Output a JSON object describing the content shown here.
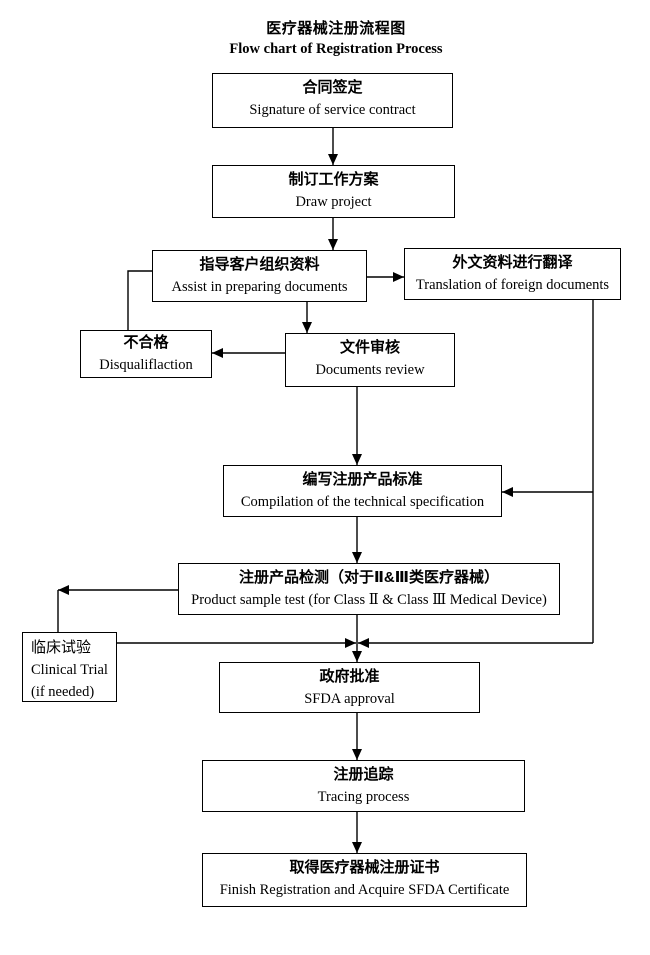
{
  "title": {
    "zh": "医疗器械注册流程图",
    "en": "Flow chart of Registration Process"
  },
  "nodes": {
    "contract": {
      "zh": "合同签定",
      "en": "Signature of service contract"
    },
    "plan": {
      "zh": "制订工作方案",
      "en": "Draw project"
    },
    "assist": {
      "zh": "指导客户组织资料",
      "en": "Assist in preparing documents"
    },
    "translation": {
      "zh": "外文资料进行翻译",
      "en": "Translation of foreign documents"
    },
    "disqualified": {
      "zh": "不合格",
      "en": "Disqualiflaction"
    },
    "review": {
      "zh": "文件审核",
      "en": "Documents review"
    },
    "specification": {
      "zh": "编写注册产品标准",
      "en": "Compilation of the technical specification"
    },
    "testing": {
      "zh": "注册产品检测（对于Ⅱ&Ⅲ类医疗器械）",
      "en": "Product sample test (for Class Ⅱ & Class Ⅲ Medical Device)"
    },
    "clinical": {
      "zh": "临床试验",
      "en": "Clinical Trial",
      "note": "(if needed)"
    },
    "approval": {
      "zh": "政府批准",
      "en": "SFDA approval"
    },
    "tracing": {
      "zh": "注册追踪",
      "en": "Tracing process"
    },
    "certificate": {
      "zh": "取得医疗器械注册证书",
      "en": "Finish Registration and Acquire SFDA Certificate"
    }
  },
  "edges": [
    {
      "from": "contract",
      "to": "plan",
      "arrow": true
    },
    {
      "from": "plan",
      "to": "assist",
      "arrow": true
    },
    {
      "from": "assist",
      "to": "translation",
      "arrow": true
    },
    {
      "from": "assist",
      "to": "disqualified",
      "arrow": false
    },
    {
      "from": "assist",
      "to": "review",
      "arrow": true
    },
    {
      "from": "review",
      "to": "disqualified",
      "arrow": true
    },
    {
      "from": "review",
      "to": "specification",
      "arrow": true
    },
    {
      "from": "translation",
      "to": "specification",
      "arrow": true
    },
    {
      "from": "specification",
      "to": "testing",
      "arrow": true
    },
    {
      "from": "testing",
      "to": "clinical",
      "arrow": true
    },
    {
      "from": "clinical",
      "to": "approval",
      "arrow": true
    },
    {
      "from": "translation",
      "to": "approval",
      "arrow": true
    },
    {
      "from": "testing",
      "to": "approval",
      "arrow": true
    },
    {
      "from": "approval",
      "to": "tracing",
      "arrow": true
    },
    {
      "from": "tracing",
      "to": "certificate",
      "arrow": true
    }
  ],
  "colors": {
    "line": "#000000",
    "text": "#000000",
    "background": "#ffffff"
  }
}
